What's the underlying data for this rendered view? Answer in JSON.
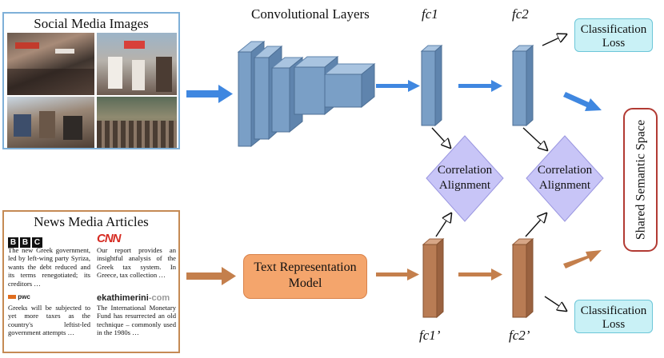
{
  "social": {
    "title": "Social Media Images"
  },
  "news": {
    "title": "News Media Articles",
    "articles": [
      {
        "logo": "BBC",
        "text": "The new Greek government, led by left-wing party Syriza, wants the debt reduced and its terms renegotiated; its creditors …"
      },
      {
        "logo": "CNN",
        "text": "Our report provides an insightful analysis of the Greek tax system. In Greece, tax collection …"
      },
      {
        "logo": "pwc",
        "text": "Greeks will be subjected to yet more taxes as the country's leftist-led government attempts …"
      },
      {
        "logo": "ekathimerini-com",
        "text": "The International Monetary Fund has resurrected an old technique – commonly used in the 1980s …"
      }
    ]
  },
  "labels": {
    "conv": "Convolutional Layers",
    "fc1": "fc1",
    "fc2": "fc2",
    "fc1p": "fc1’",
    "fc2p": "fc2’"
  },
  "boxes": {
    "cls_top": "Classification Loss",
    "cls_bottom": "Classification Loss",
    "text_model": "Text Representation Model",
    "corr1": "Correlation Alignment",
    "corr2": "Correlation Alignment",
    "shared": "Shared Semantic Space"
  },
  "colors": {
    "blue_arrow": "#3f87e0",
    "orange_arrow": "#c47f4c",
    "blue_layer": "#7a9fc6",
    "brown_layer": "#b97c54",
    "diamond": "#c8c5f7",
    "cls_fill": "#c9f1f6",
    "model_fill": "#f4a56c",
    "shared_border": "#b23a33"
  }
}
